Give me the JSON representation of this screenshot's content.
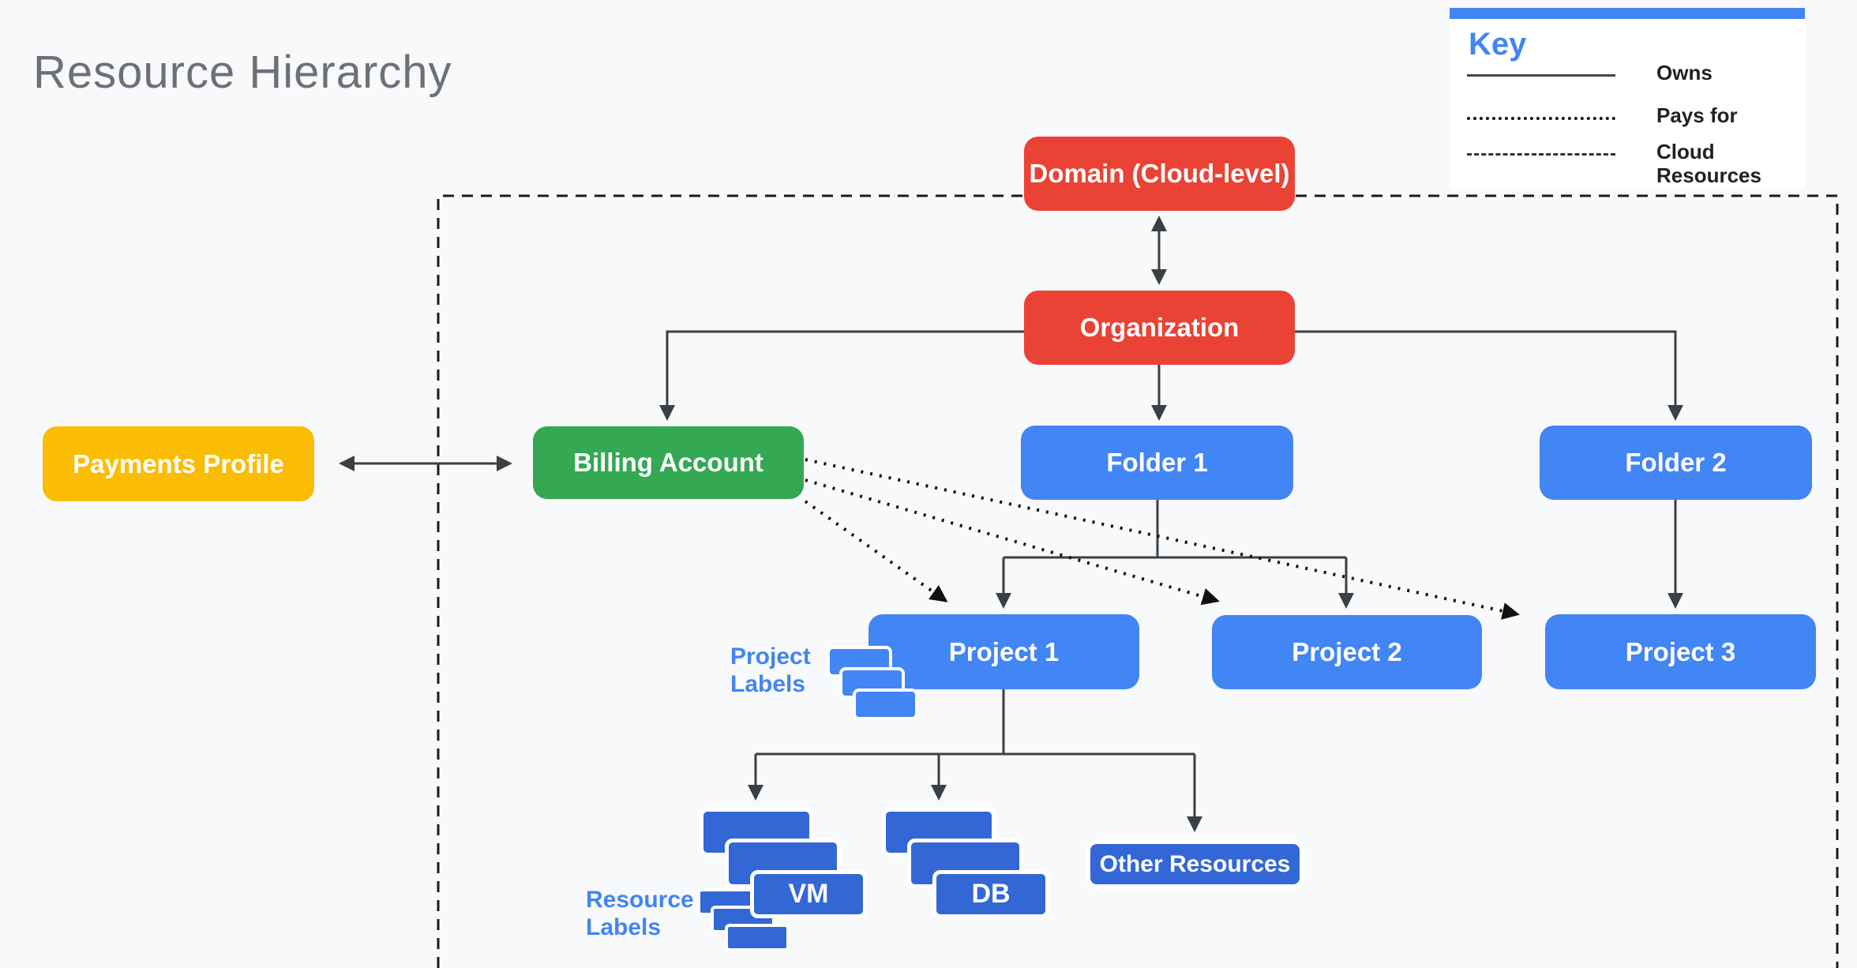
{
  "title": "Resource Hierarchy",
  "colors": {
    "background": "#f8f9fa",
    "red": "#ea4335",
    "green": "#34a853",
    "yellow": "#fbbc04",
    "blue": "#4285f4",
    "dark_blue": "#3367d6",
    "label_blue": "#4285f4",
    "line": "#3c4043"
  },
  "key": {
    "title": "Key",
    "items": [
      {
        "style": "solid",
        "label": "Owns"
      },
      {
        "style": "dotted",
        "label": "Pays for"
      },
      {
        "style": "dashed",
        "label": "Cloud Resources"
      }
    ]
  },
  "nodes": {
    "domain": {
      "label": "Domain (Cloud-level)"
    },
    "organization": {
      "label": "Organization"
    },
    "payments_profile": {
      "label": "Payments Profile"
    },
    "billing_account": {
      "label": "Billing Account"
    },
    "folder1": {
      "label": "Folder 1"
    },
    "folder2": {
      "label": "Folder 2"
    },
    "project1": {
      "label": "Project 1"
    },
    "project2": {
      "label": "Project 2"
    },
    "project3": {
      "label": "Project 3"
    },
    "vm": {
      "label": "VM"
    },
    "db": {
      "label": "DB"
    },
    "other_resources": {
      "label": "Other Resources"
    }
  },
  "annotations": {
    "project_labels": "Project Labels",
    "resource_labels": "Resource Labels"
  }
}
